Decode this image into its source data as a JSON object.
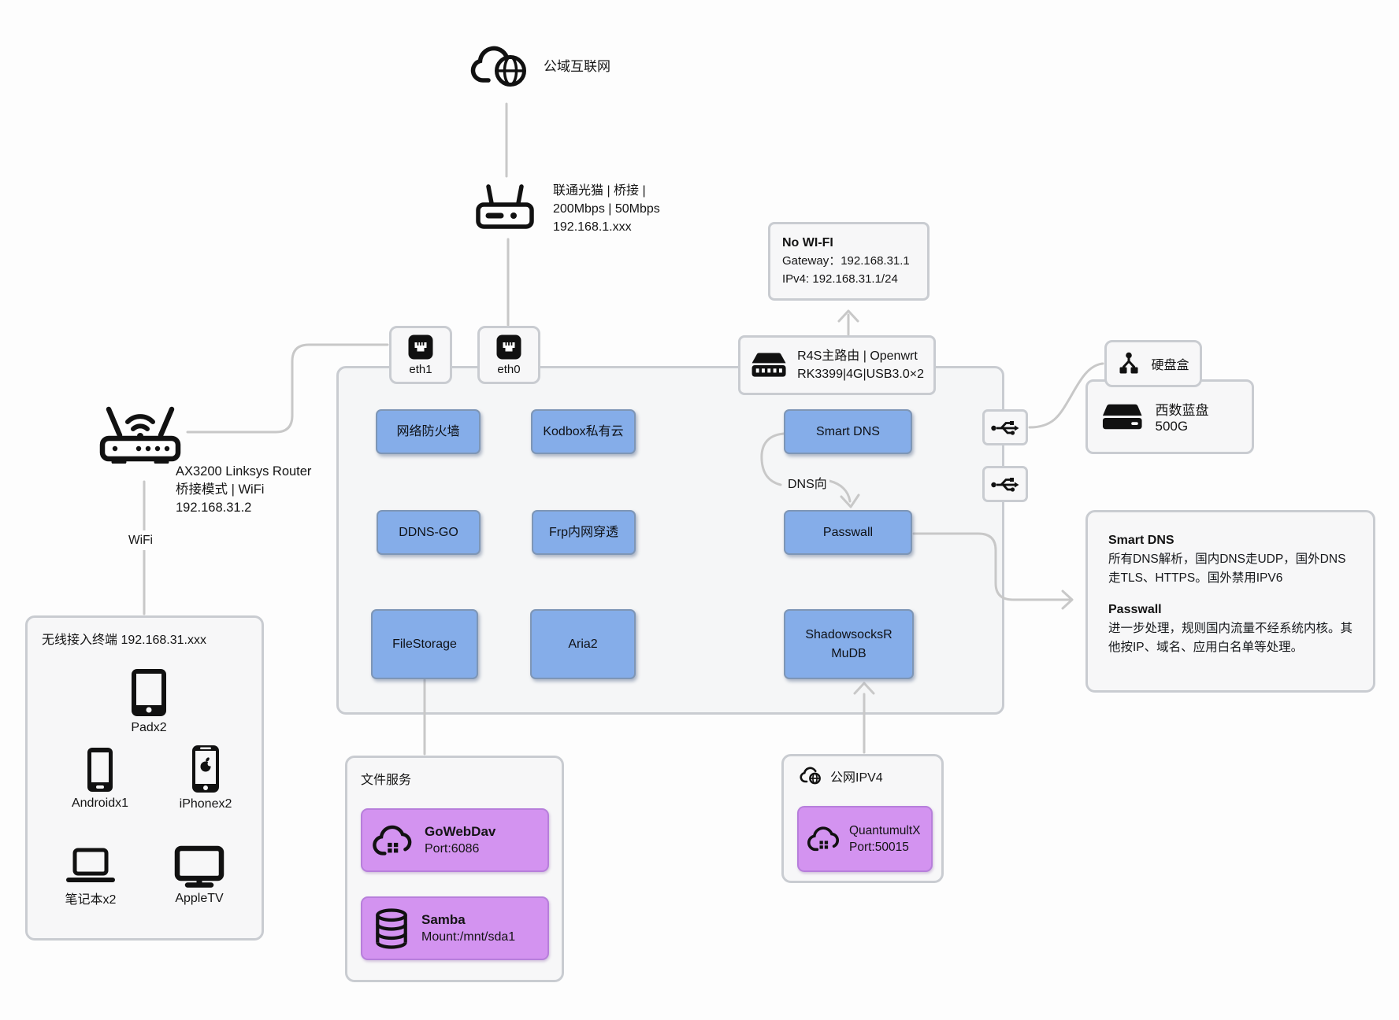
{
  "colors": {
    "accent_blue": "#85ADE9",
    "accent_purple": "#D393F0",
    "line_gray": "#C8C8C8"
  },
  "internet": {
    "label": "公域互联网"
  },
  "modem": {
    "lines": [
      "联通光猫 | 桥接 |",
      "200Mbps | 50Mbps",
      "192.168.1.xxx"
    ]
  },
  "no_wifi": {
    "title": "No WI-FI",
    "gateway": "Gateway：192.168.31.1",
    "ipv4": "IPv4: 192.168.31.1/24"
  },
  "r4s": {
    "line1": "R4S主路由 | Openwrt",
    "line2": "RK3399|4G|USB3.0×2"
  },
  "ports": {
    "eth1": "eth1",
    "eth0": "eth0"
  },
  "services": {
    "firewall": "网络防火墙",
    "kodbox": "Kodbox私有云",
    "smartdns": "Smart DNS",
    "ddns": "DDNS-GO",
    "frp": "Frp内网穿透",
    "passwall": "Passwall",
    "filestorage": "FileStorage",
    "aria2": "Aria2",
    "ssr_line1": "ShadowsocksR",
    "ssr_line2": "MuDB"
  },
  "dns_label": "DNS向",
  "storage": {
    "enclosure": "硬盘盒",
    "disk": "西数蓝盘500G"
  },
  "notes": {
    "smartdns_title": "Smart DNS",
    "smartdns_body": "所有DNS解析，国内DNS走UDP，国外DNS走TLS、HTTPS。国外禁用IPV6",
    "passwall_title": "Passwall",
    "passwall_body": "进一步处理，规则国内流量不经系统内核。其他按IP、域名、应用白名单等处理。"
  },
  "ax3200": {
    "lines": [
      "AX3200 Linksys Router",
      "桥接模式 | WiFi",
      "192.168.31.2"
    ],
    "wifi": "WiFi"
  },
  "wireless_box": {
    "title": "无线接入终端 192.168.31.xxx",
    "devices": [
      {
        "label": "Padx2"
      },
      {
        "label": "Androidx1"
      },
      {
        "label": "iPhonex2"
      },
      {
        "label": "笔记本x2"
      },
      {
        "label": "AppleTV"
      }
    ]
  },
  "file_services": {
    "title": "文件服务",
    "items": [
      {
        "name": "GoWebDav",
        "detail": "Port:6086"
      },
      {
        "name": "Samba",
        "detail": "Mount:/mnt/sda1"
      }
    ]
  },
  "public_ip": {
    "title": "公网IPV4",
    "item": {
      "name": "QuantumultX",
      "detail": "Port:50015"
    }
  }
}
